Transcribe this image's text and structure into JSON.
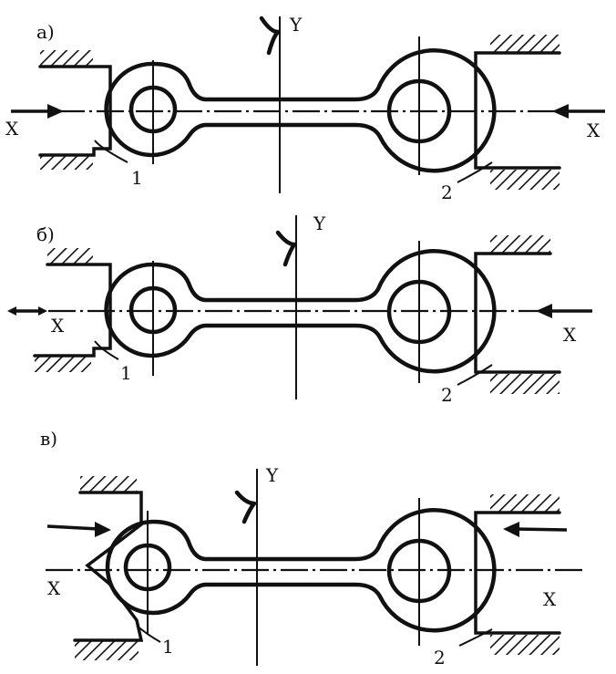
{
  "views": [
    {
      "label": "а)",
      "x_label_left": "X",
      "x_label_right": "X",
      "y_label": "Y",
      "support_1_label": "1",
      "support_2_label": "2"
    },
    {
      "label": "б)",
      "x_label_left": "X",
      "x_label_right": "X",
      "y_label": "Y",
      "support_1_label": "1",
      "support_2_label": "2"
    },
    {
      "label": "в)",
      "x_label_left": "X",
      "x_label_right": "X",
      "y_label": "Y",
      "support_1_label": "1",
      "support_2_label": "2"
    }
  ],
  "colors": {
    "ink": "#111111",
    "background": "#ffffff"
  }
}
